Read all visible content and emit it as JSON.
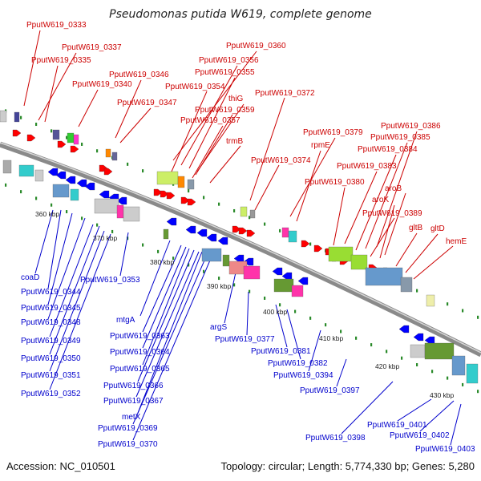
{
  "title": "Pseudomonas putida W619, complete genome",
  "accession": "Accession: NC_010501",
  "summary": "Topology: circular; Length: 5,774,330 bp; Genes: 5,280",
  "colors": {
    "forward_label": "#cc0000",
    "reverse_label": "#0000cc",
    "forward_gene": "#ff0000",
    "reverse_gene": "#0000ff",
    "backbone": "#888888",
    "tick": "#2a8a2a"
  },
  "kbp_ticks": [
    "360 kbp",
    "370 kbp",
    "380 kbp",
    "390 kbp",
    "400 kbp",
    "410 kbp",
    "420 kbp",
    "430 kbp"
  ],
  "top_labels": [
    "PputW619_0333",
    "PputW619_0337",
    "PputW619_0335",
    "PputW619_0346",
    "PputW619_0340",
    "PputW619_0347",
    "PputW619_0360",
    "PputW619_0356",
    "PputW619_0355",
    "PputW619_0354",
    "thiG",
    "PputW619_0359",
    "PputW619_0357",
    "trmB",
    "PputW619_0372",
    "PputW619_0374",
    "PputW619_0379",
    "rpmE",
    "PputW619_0386",
    "PputW619_0385",
    "PputW619_0384",
    "PputW619_0383",
    "PputW619_0380",
    "aroB",
    "aroK",
    "PputW619_0389",
    "gltB",
    "gltD",
    "hemE"
  ],
  "bottom_labels": [
    "coaD",
    "PputW619_0344",
    "PputW619_0345",
    "PputW619_0348",
    "PputW619_0349",
    "PputW619_0350",
    "PputW619_0351",
    "PputW619_0352",
    "PputW619_0353",
    "mtgA",
    "PputW619_0363",
    "PputW619_0364",
    "PputW619_0365",
    "PputW619_0366",
    "PputW619_0367",
    "metX",
    "PputW619_0369",
    "PputW619_0370",
    "argS",
    "PputW619_0377",
    "PputW619_0381",
    "PputW619_0382",
    "PputW619_0394",
    "PputW619_0397",
    "PputW619_0398",
    "PputW619_0401",
    "PputW619_0402",
    "PputW619_0403"
  ]
}
